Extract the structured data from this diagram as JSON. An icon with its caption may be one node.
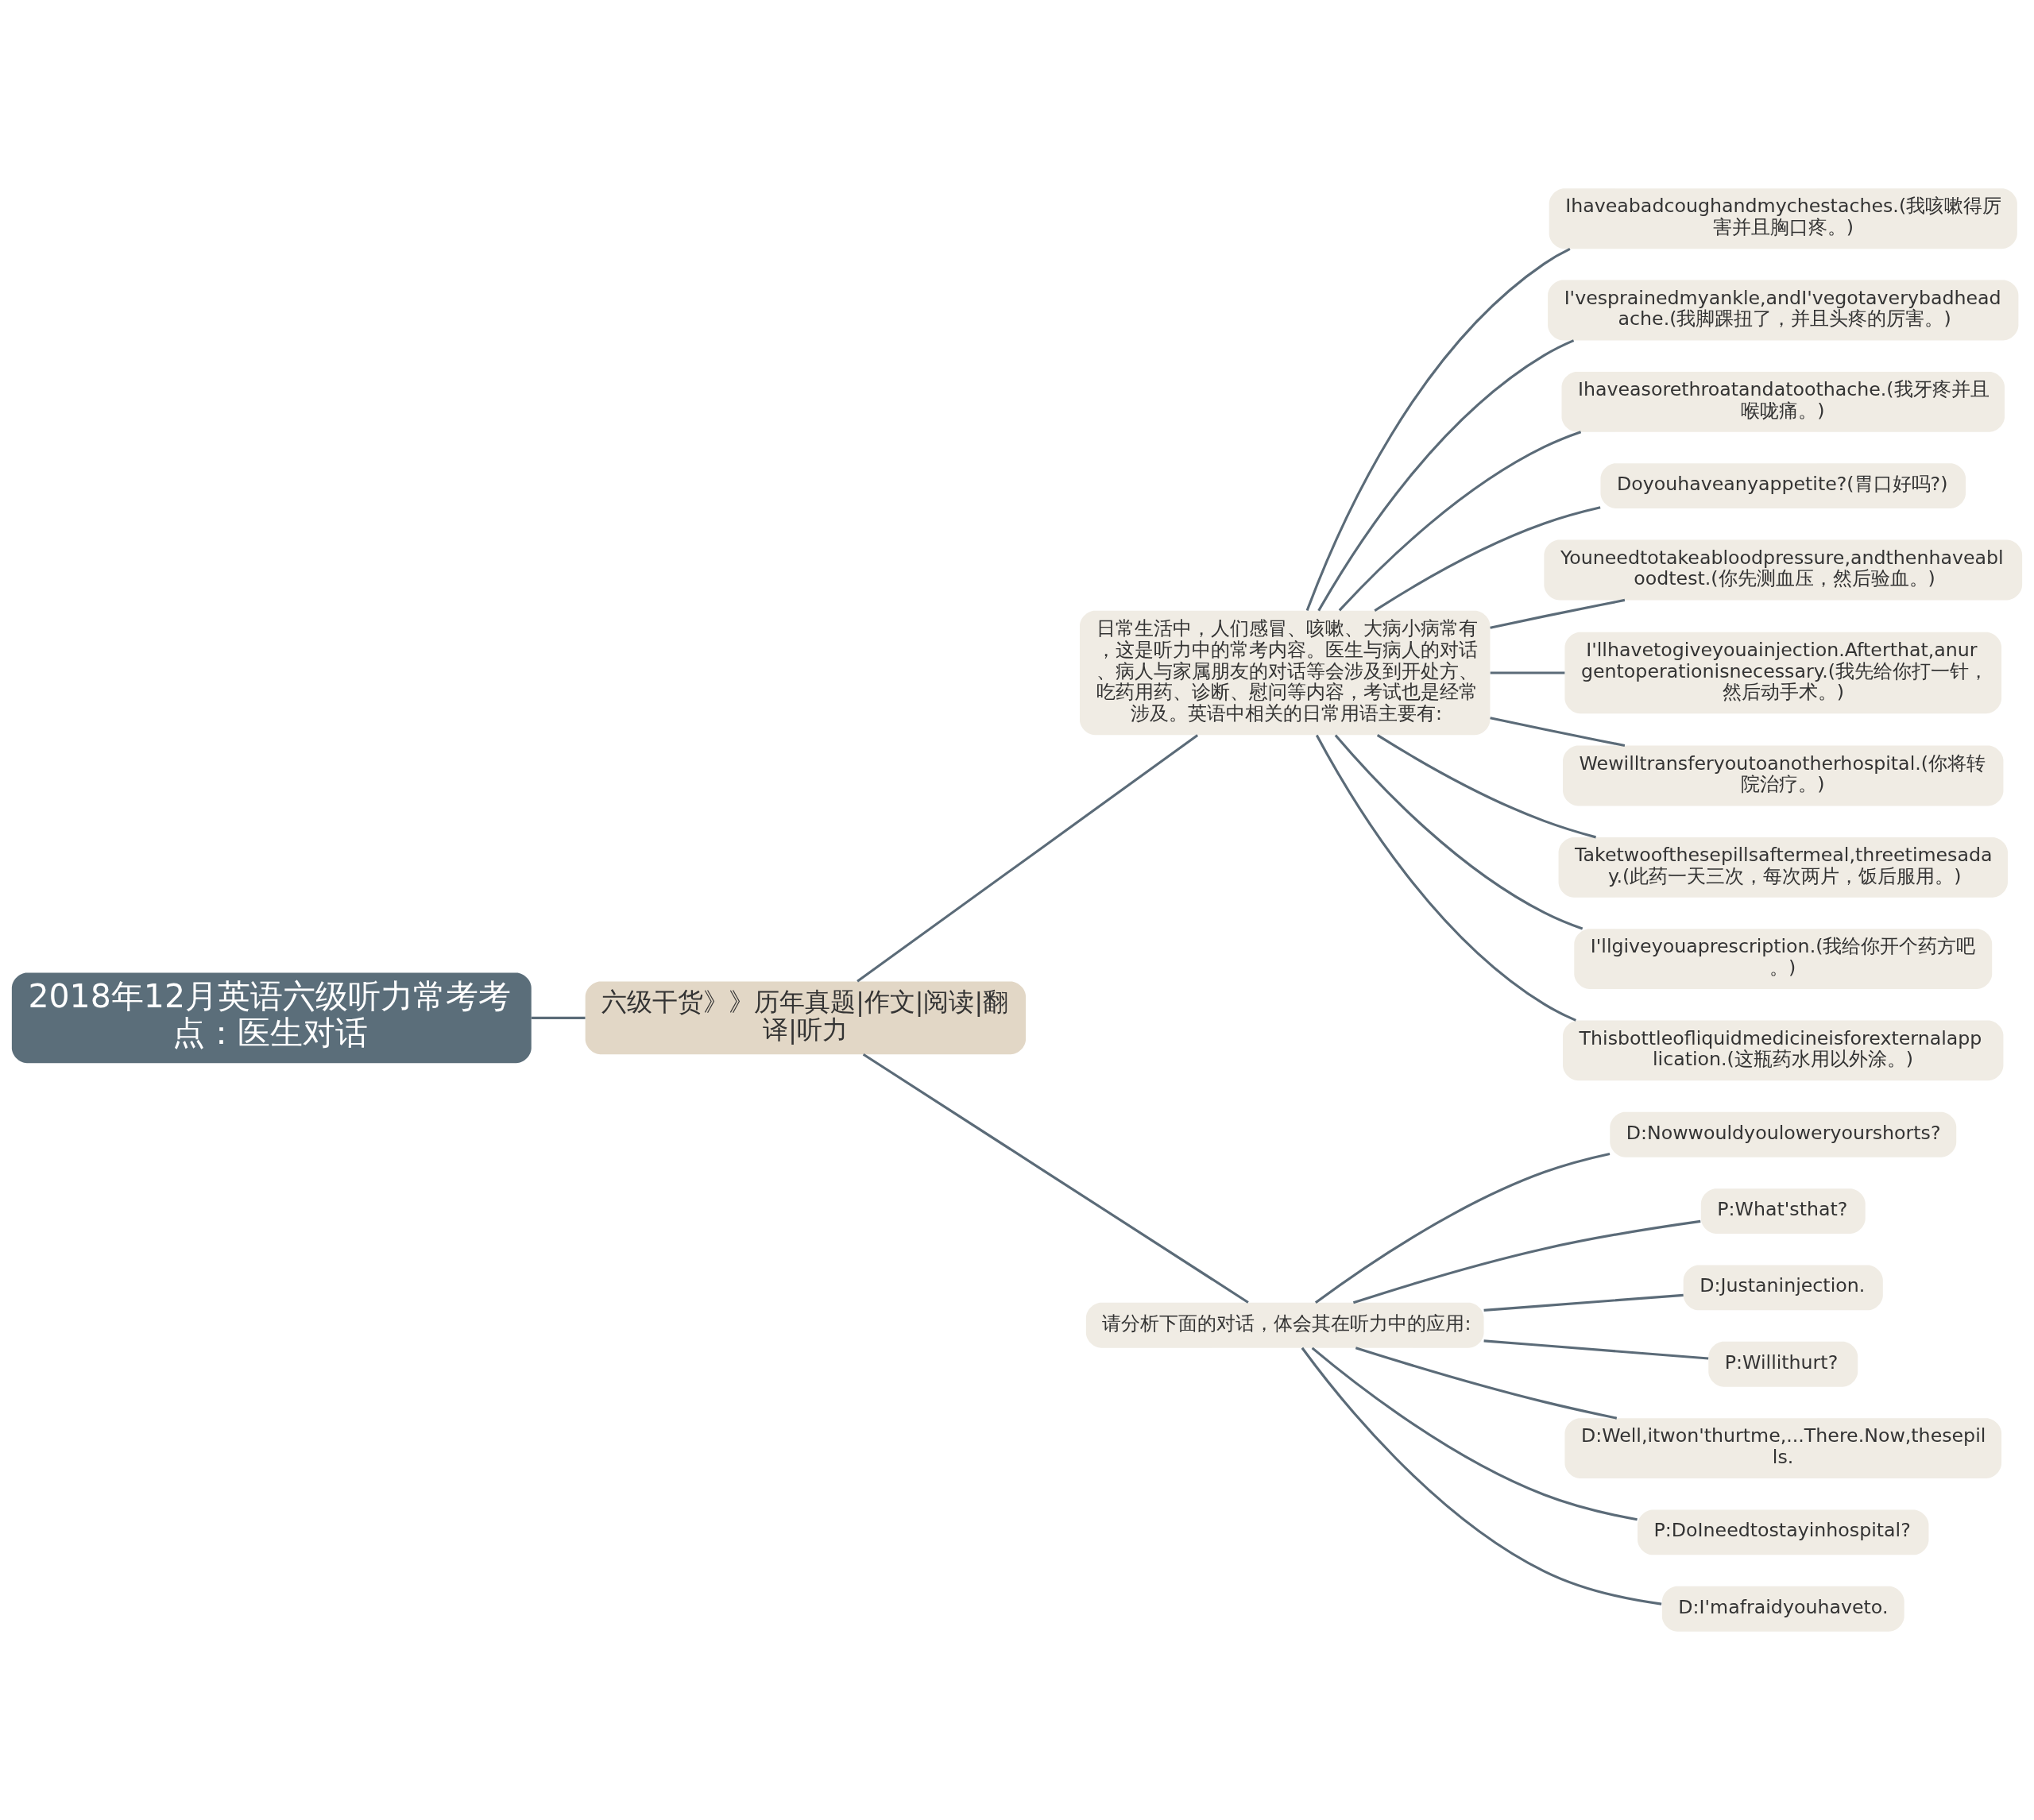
{
  "diagram": {
    "nodes": [
      {
        "text": [
          "2018年12月英语六级听力常考考点：医生对话"
        ]
      },
      {
        "text": [
          "六级干货》》历年真题|作文|阅读|翻译|听力"
        ]
      },
      {
        "text": [
          "日常生活中，人们感冒、咳嗽、大病小病常有，这是听力中的常考内容。医生与病人的对话、病人与家属朋友的对话等会涉及到开处方、吃药用药、诊断、慰问等内容，考试也是经常涉及。英语中相关的日常用语主要有:"
        ]
      },
      {
        "text": [
          "Ihaveabadcoughandmychestaches.(我咳嗽得厉害并且胸口疼。)"
        ]
      },
      {
        "text": [
          "I'vesprainedmyankle,andI'vegotaverybadheadache.(我脚踝扭了，并且头疼的厉害。)"
        ]
      },
      {
        "text": [
          "Ihaveasorethroatandatoothache.(我牙疼并且喉咙痛。)"
        ]
      },
      {
        "text": [
          "Doyouhaveanyappetite?(胃口好吗?)"
        ]
      },
      {
        "text": [
          "Youneedtotakeabloodpressure,andthenhaveabloodtest.(你先测血压，然后验血。)"
        ]
      },
      {
        "text": [
          "I'llhavetogiveyouainjection.Afterthat,anurgentoperationisnecessary.(我先给你打一针，然后动手术。)"
        ]
      },
      {
        "text": [
          "Wewilltransferyoutoanotherhospital.(你将转院治疗。)"
        ]
      },
      {
        "text": [
          "Taketwoofthesepillsaftermeal,threetimesaday.(此药一天三次，每次两片，饭后服用。)"
        ]
      },
      {
        "text": [
          "I'llgiveyouaprescription.(我给你开个药方吧。)"
        ]
      },
      {
        "text": [
          "Thisbottleofliquidmedicineisforexternalapplication.(这瓶药水用以外涂。)"
        ]
      },
      {
        "text": [
          "请分析下面的对话，体会其在听力中的应用:"
        ]
      },
      {
        "text": [
          "D:Nowwouldyouloweryourshorts?"
        ]
      },
      {
        "text": [
          "P:What'sthat?"
        ]
      },
      {
        "text": [
          "D:Justaninjection."
        ]
      },
      {
        "text": [
          "P:Willithurt?"
        ]
      },
      {
        "text": [
          "D:Well,itwon'thurtme,...There.Now,thesepills."
        ]
      },
      {
        "text": [
          "P:DoIneedtostayinhospital?"
        ]
      },
      {
        "text": [
          "D:I'mafraidyouhaveto."
        ]
      }
    ],
    "edges": [
      {
        "from": 0,
        "to": 1,
        "arrow": "none"
      },
      {
        "from": 1,
        "to": 2,
        "arrow": "none"
      },
      {
        "from": 2,
        "to": 3,
        "arrow": "none"
      },
      {
        "from": 2,
        "to": 4,
        "arrow": "none"
      },
      {
        "from": 2,
        "to": 5,
        "arrow": "none"
      },
      {
        "from": 2,
        "to": 6,
        "arrow": "none"
      },
      {
        "from": 2,
        "to": 7,
        "arrow": "none"
      },
      {
        "from": 2,
        "to": 8,
        "arrow": "none"
      },
      {
        "from": 2,
        "to": 9,
        "arrow": "none"
      },
      {
        "from": 2,
        "to": 10,
        "arrow": "none"
      },
      {
        "from": 2,
        "to": 11,
        "arrow": "none"
      },
      {
        "from": 2,
        "to": 12,
        "arrow": "none"
      },
      {
        "from": 1,
        "to": 13,
        "arrow": "none"
      },
      {
        "from": 13,
        "to": 14,
        "arrow": "none"
      },
      {
        "from": 13,
        "to": 15,
        "arrow": "none"
      },
      {
        "from": 13,
        "to": 16,
        "arrow": "none"
      },
      {
        "from": 13,
        "to": 17,
        "arrow": "none"
      },
      {
        "from": 13,
        "to": 18,
        "arrow": "none"
      },
      {
        "from": 13,
        "to": 19,
        "arrow": "none"
      },
      {
        "from": 13,
        "to": 20,
        "arrow": "none"
      }
    ]
  }
}
